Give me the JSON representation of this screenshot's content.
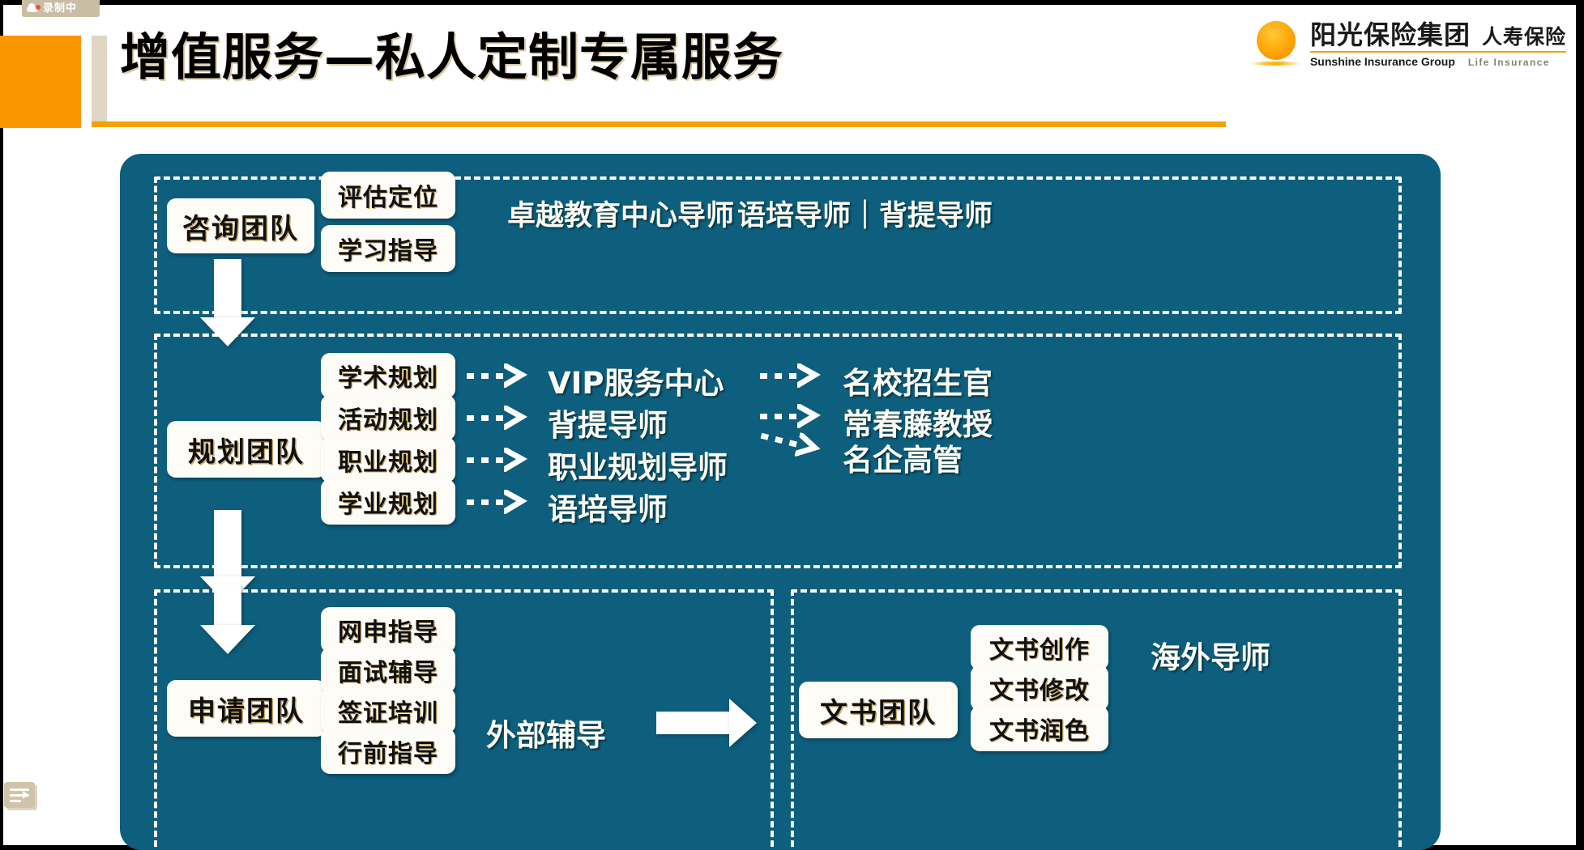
{
  "recording_badge": {
    "label": "录制中",
    "icon": "cloud-record-icon"
  },
  "header": {
    "title": "增值服务—私人定制专属服务",
    "accent_color": "#fa9600",
    "underline_color": "#f5a200",
    "tan_color": "#dfd6c4"
  },
  "brand": {
    "sun_icon": "sunrise-icon",
    "name_cn": "阳光保险集团",
    "name_en": "Sunshine Insurance Group",
    "sub_cn": "人寿保险",
    "sub_en": "Life Insurance",
    "sun_color": "#ffa400"
  },
  "panel": {
    "background": "#0d5f7d",
    "border_color": "#ffffff"
  },
  "sections": [
    {
      "id": "consulting",
      "team": "咨询团队",
      "items": [
        "评估定位",
        "学习指导"
      ],
      "notes": [
        "卓越教育中心导师",
        "语培导师｜背提导师"
      ]
    },
    {
      "id": "planning",
      "team": "规划团队",
      "items": [
        "学术规划",
        "活动规划",
        "职业规划",
        "学业规划"
      ],
      "targets": [
        "VIP服务中心",
        "背提导师",
        "职业规划导师",
        "语培导师"
      ],
      "second_targets": [
        "名校招生官",
        "常春藤教授",
        "名企高管"
      ]
    },
    {
      "id": "application",
      "team": "申请团队",
      "items": [
        "网申指导",
        "面试辅导",
        "签证培训",
        "行前指导"
      ],
      "bridge_label": "外部辅导"
    },
    {
      "id": "documents",
      "team": "文书团队",
      "items": [
        "文书创作",
        "文书修改",
        "文书润色"
      ],
      "note": "海外导师"
    }
  ],
  "playlist_icon": "playlist-play-icon"
}
